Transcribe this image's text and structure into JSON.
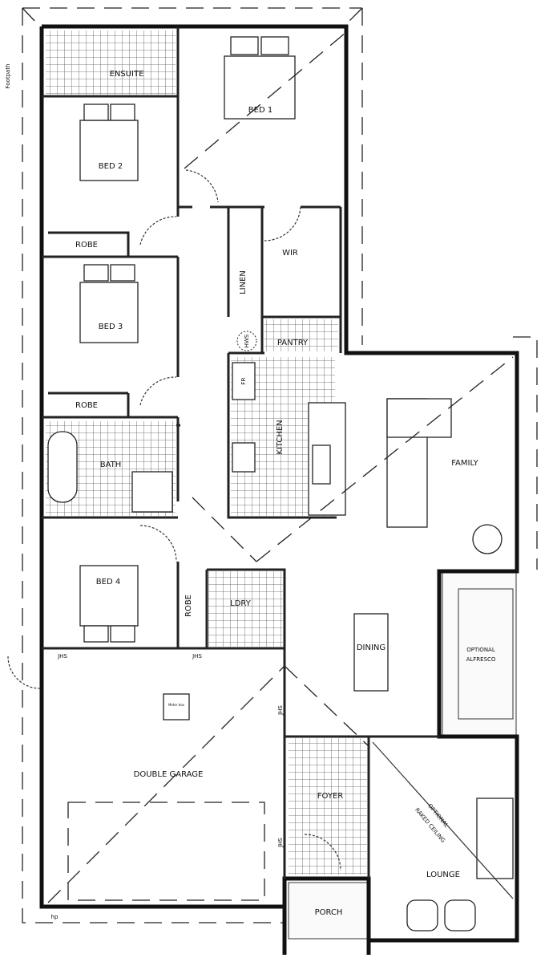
{
  "plan": {
    "side_label": "Footpath",
    "rooms": {
      "ensuite": "ENSUITE",
      "bed1": "BED 1",
      "bed2": "BED 2",
      "robe2": "ROBE",
      "bed3": "BED 3",
      "robe3": "ROBE",
      "bath": "BATH",
      "bed4": "BED 4",
      "robe4": "ROBE",
      "linen": "LINEN",
      "wir": "WIR",
      "pantry": "PANTRY",
      "hws": "HWS",
      "fridge": "FR",
      "kitchen": "KITCHEN",
      "family": "FAMILY",
      "laundry": "LDRY",
      "dining": "DINING",
      "alfresco_1": "OPTIONAL",
      "alfresco_2": "ALFRESCO",
      "garage": "DOUBLE GARAGE",
      "foyer": "FOYER",
      "porch": "PORCH",
      "lounge": "LOUNGE",
      "raked_1": "OPTIONAL",
      "raked_2": "RAKED CEILING"
    },
    "jhs_label": "JHS",
    "hp_label": "hp",
    "meter_label": "Meter box"
  }
}
